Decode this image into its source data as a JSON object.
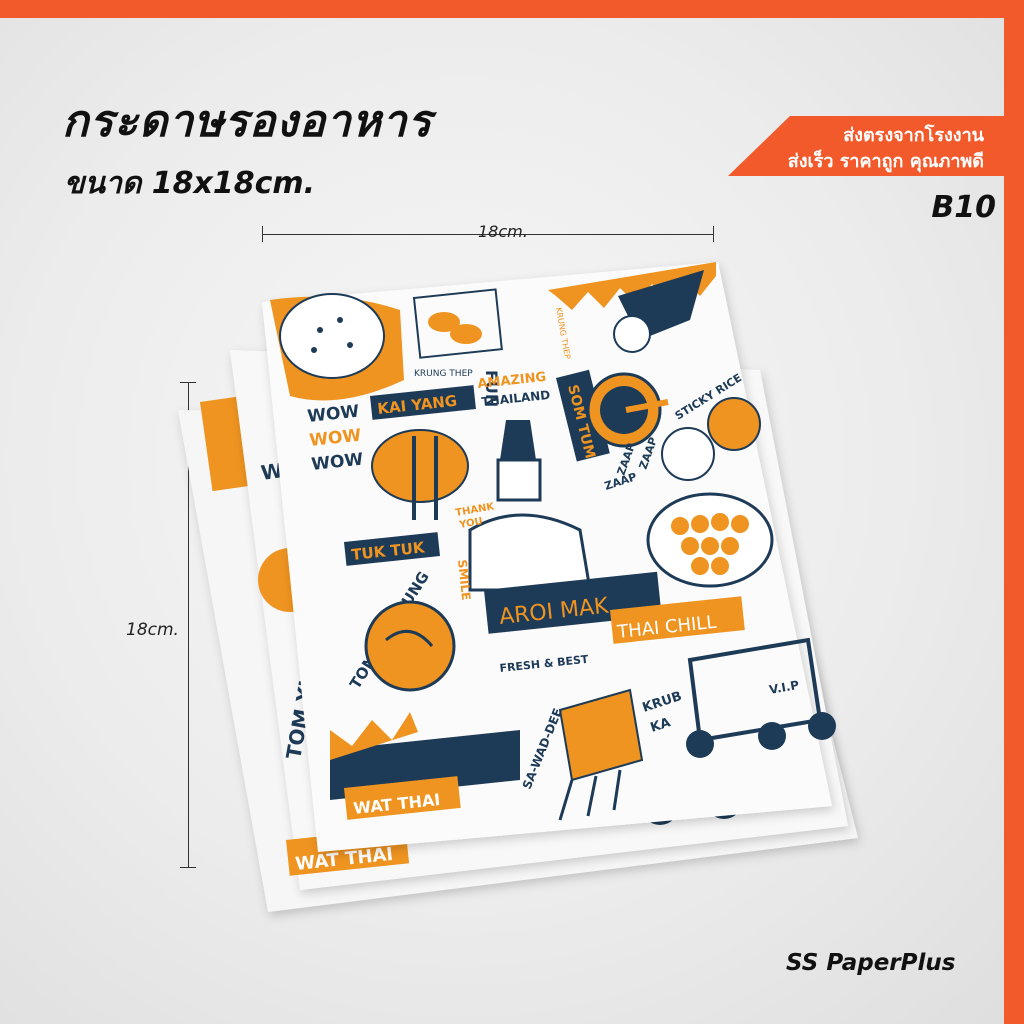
{
  "header": {
    "title": "กระดาษรองอาหาร",
    "size": "ขนาด 18x18cm."
  },
  "promo": {
    "line1": "ส่งตรงจากโรงงาน",
    "line2": "ส่งเร็ว ราคาถูก คุณภาพดี"
  },
  "product_code": "B10",
  "dimensions": {
    "width_label": "18cm.",
    "height_label": "18cm."
  },
  "brand": "SS PaperPlus",
  "paper_print": {
    "wow1": "WOW",
    "wow2": "WOW",
    "wow3": "WOW",
    "kai_yang": "KAI YANG",
    "krung_thep": "KRUNG THEP",
    "krung_thep_sign": "KRUNG THEP",
    "fun": "FUN",
    "amazing": "AMAZING",
    "thailand": "THAILAND",
    "som_tum": "SOM TUM",
    "sticky_rice": "STICKY RICE",
    "zaap1": "ZAAP",
    "zaap2": "ZAAP",
    "zaap3": "ZAAP",
    "thank": "THANK",
    "you": "YOU",
    "tuk_tuk": "TUK TUK",
    "tom_yum_kung": "TOM YUM KUNG",
    "smile": "SMILE",
    "aroi_mak": "AROI MAK",
    "thai_chill": "THAI CHILL",
    "fresh_best": "FRESH & BEST",
    "sa_wad_dee": "SA-WAD-DEE",
    "krub": "KRUB",
    "ka": "KA",
    "vip": "V.I.P",
    "wat_thai": "WAT THAI",
    "wat_thai_back": "WAT THAI",
    "tom_yu_back": "TOM YU",
    "wo_back": "WO"
  },
  "colors": {
    "accent": "#f2592b",
    "print_orange": "#ef9420",
    "print_navy": "#1d3a57"
  }
}
